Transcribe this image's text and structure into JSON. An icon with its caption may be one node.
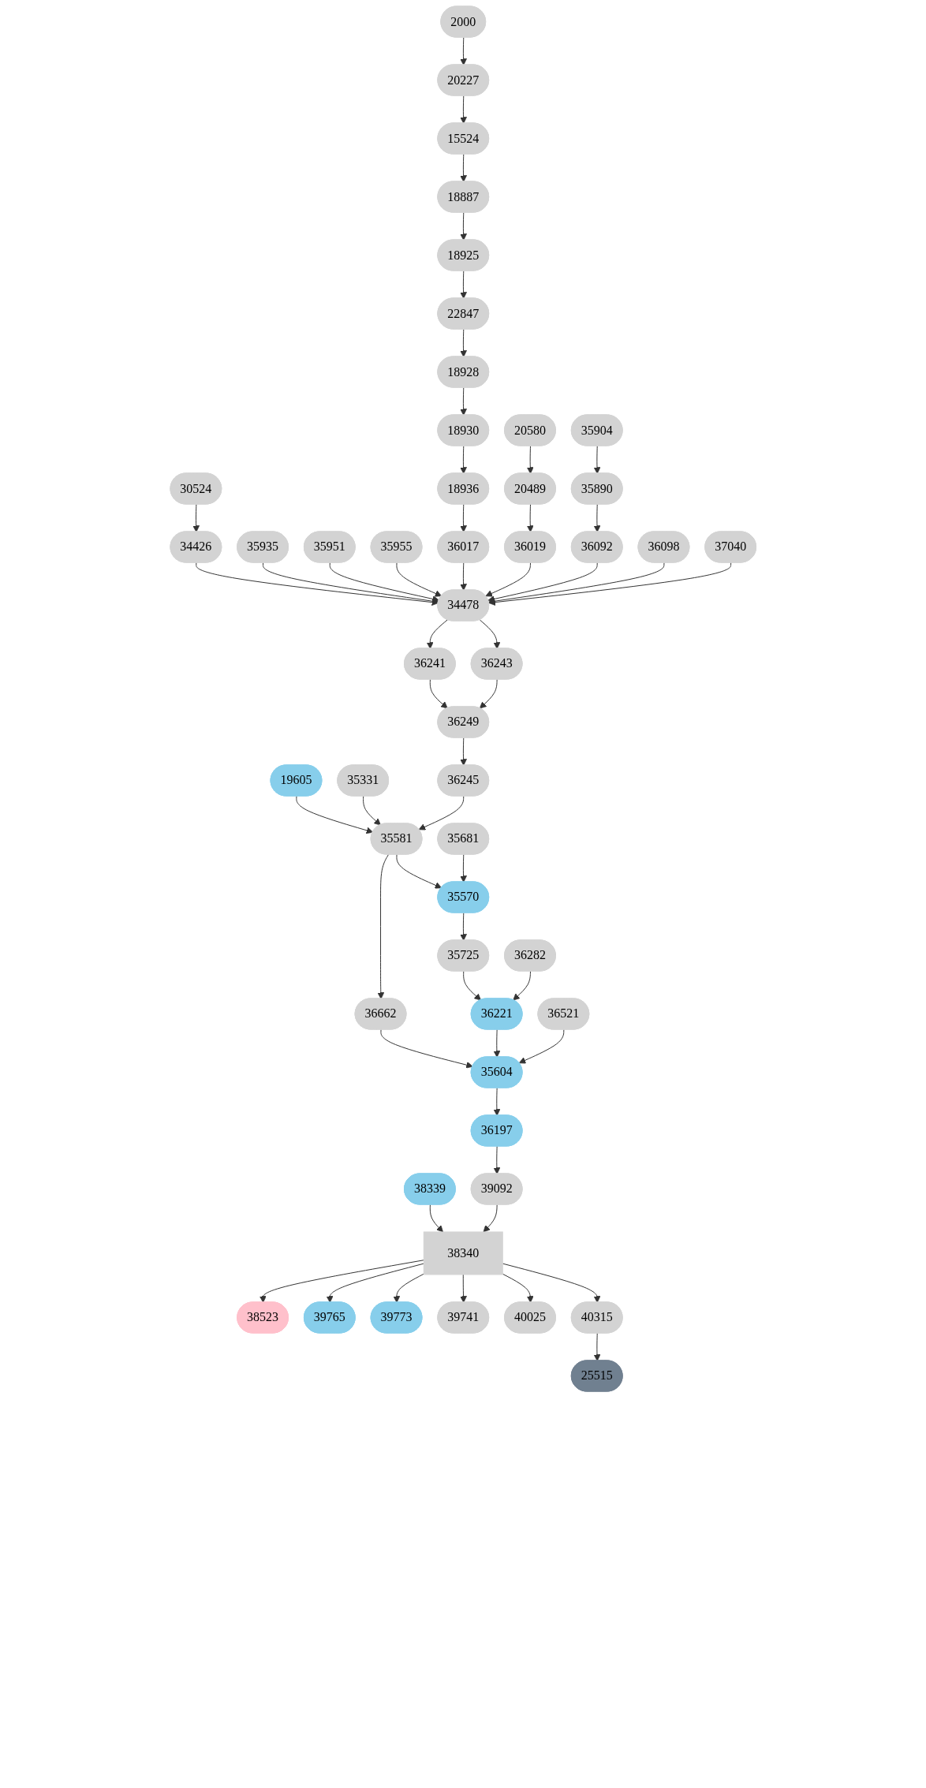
{
  "diagram": {
    "nodes": [
      {
        "text": [
          "2000"
        ]
      },
      {
        "text": [
          "20227"
        ]
      },
      {
        "text": [
          "15524"
        ]
      },
      {
        "text": [
          "18887"
        ]
      },
      {
        "text": [
          "18925"
        ]
      },
      {
        "text": [
          "22847"
        ]
      },
      {
        "text": [
          "18928"
        ]
      },
      {
        "text": [
          "18930"
        ]
      },
      {
        "text": [
          "20580"
        ]
      },
      {
        "text": [
          "35904"
        ]
      },
      {
        "text": [
          "30524"
        ]
      },
      {
        "text": [
          "18936"
        ]
      },
      {
        "text": [
          "20489"
        ]
      },
      {
        "text": [
          "35890"
        ]
      },
      {
        "text": [
          "34426"
        ]
      },
      {
        "text": [
          "35935"
        ]
      },
      {
        "text": [
          "35951"
        ]
      },
      {
        "text": [
          "35955"
        ]
      },
      {
        "text": [
          "36017"
        ]
      },
      {
        "text": [
          "36019"
        ]
      },
      {
        "text": [
          "36092"
        ]
      },
      {
        "text": [
          "36098"
        ]
      },
      {
        "text": [
          "37040"
        ]
      },
      {
        "text": [
          "34478"
        ]
      },
      {
        "text": [
          "36241"
        ]
      },
      {
        "text": [
          "36243"
        ]
      },
      {
        "text": [
          "36249"
        ]
      },
      {
        "text": [
          "19605"
        ]
      },
      {
        "text": [
          "35331"
        ]
      },
      {
        "text": [
          "36245"
        ]
      },
      {
        "text": [
          "35581"
        ]
      },
      {
        "text": [
          "35681"
        ]
      },
      {
        "text": [
          "36662"
        ]
      },
      {
        "text": [
          "35570"
        ]
      },
      {
        "text": [
          "35725"
        ]
      },
      {
        "text": [
          "36282"
        ]
      },
      {
        "text": [
          "36221"
        ]
      },
      {
        "text": [
          "36521"
        ]
      },
      {
        "text": [
          "35604"
        ]
      },
      {
        "text": [
          "36197"
        ]
      },
      {
        "text": [
          "38339"
        ]
      },
      {
        "text": [
          "39092"
        ]
      },
      {
        "text": [
          "38340"
        ]
      },
      {
        "text": [
          "38523"
        ]
      },
      {
        "text": [
          "39765"
        ]
      },
      {
        "text": [
          "39773"
        ]
      },
      {
        "text": [
          "39741"
        ]
      },
      {
        "text": [
          "40025"
        ]
      },
      {
        "text": [
          "40315"
        ]
      },
      {
        "text": [
          "25515"
        ]
      }
    ],
    "edges": [
      {
        "from": 0,
        "to": 1,
        "arrow": "to"
      },
      {
        "from": 1,
        "to": 2,
        "arrow": "to"
      },
      {
        "from": 2,
        "to": 3,
        "arrow": "to"
      },
      {
        "from": 3,
        "to": 4,
        "arrow": "to"
      },
      {
        "from": 4,
        "to": 5,
        "arrow": "to"
      },
      {
        "from": 5,
        "to": 6,
        "arrow": "to"
      },
      {
        "from": 6,
        "to": 7,
        "arrow": "to"
      },
      {
        "from": 7,
        "to": 11,
        "arrow": "to"
      },
      {
        "from": 8,
        "to": 12,
        "arrow": "to"
      },
      {
        "from": 9,
        "to": 13,
        "arrow": "to"
      },
      {
        "from": 10,
        "to": 14,
        "arrow": "to"
      },
      {
        "from": 11,
        "to": 18,
        "arrow": "to"
      },
      {
        "from": 12,
        "to": 19,
        "arrow": "to"
      },
      {
        "from": 13,
        "to": 20,
        "arrow": "to"
      },
      {
        "from": 14,
        "to": 23,
        "arrow": "to"
      },
      {
        "from": 15,
        "to": 23,
        "arrow": "to"
      },
      {
        "from": 16,
        "to": 23,
        "arrow": "to"
      },
      {
        "from": 17,
        "to": 23,
        "arrow": "to"
      },
      {
        "from": 18,
        "to": 23,
        "arrow": "to"
      },
      {
        "from": 19,
        "to": 23,
        "arrow": "to"
      },
      {
        "from": 20,
        "to": 23,
        "arrow": "to"
      },
      {
        "from": 21,
        "to": 23,
        "arrow": "to"
      },
      {
        "from": 22,
        "to": 23,
        "arrow": "to"
      },
      {
        "from": 23,
        "to": 24,
        "arrow": "to"
      },
      {
        "from": 23,
        "to": 25,
        "arrow": "to"
      },
      {
        "from": 24,
        "to": 26,
        "arrow": "to"
      },
      {
        "from": 25,
        "to": 26,
        "arrow": "to"
      },
      {
        "from": 26,
        "to": 29,
        "arrow": "to"
      },
      {
        "from": 27,
        "to": 30,
        "arrow": "to"
      },
      {
        "from": 28,
        "to": 30,
        "arrow": "to"
      },
      {
        "from": 29,
        "to": 30,
        "arrow": "to"
      },
      {
        "from": 30,
        "to": 32,
        "arrow": "to"
      },
      {
        "from": 30,
        "to": 33,
        "arrow": "to"
      },
      {
        "from": 31,
        "to": 33,
        "arrow": "to"
      },
      {
        "from": 33,
        "to": 34,
        "arrow": "to"
      },
      {
        "from": 34,
        "to": 36,
        "arrow": "to"
      },
      {
        "from": 35,
        "to": 36,
        "arrow": "to"
      },
      {
        "from": 32,
        "to": 38,
        "arrow": "to"
      },
      {
        "from": 36,
        "to": 38,
        "arrow": "to"
      },
      {
        "from": 37,
        "to": 38,
        "arrow": "to"
      },
      {
        "from": 38,
        "to": 39,
        "arrow": "to"
      },
      {
        "from": 39,
        "to": 41,
        "arrow": "to"
      },
      {
        "from": 40,
        "to": 42,
        "arrow": "to"
      },
      {
        "from": 41,
        "to": 42,
        "arrow": "to"
      },
      {
        "from": 42,
        "to": 43,
        "arrow": "to"
      },
      {
        "from": 42,
        "to": 44,
        "arrow": "to"
      },
      {
        "from": 42,
        "to": 45,
        "arrow": "to"
      },
      {
        "from": 42,
        "to": 46,
        "arrow": "to"
      },
      {
        "from": 42,
        "to": 47,
        "arrow": "to"
      },
      {
        "from": 42,
        "to": 48,
        "arrow": "to"
      },
      {
        "from": 48,
        "to": 49,
        "arrow": "to"
      }
    ]
  }
}
